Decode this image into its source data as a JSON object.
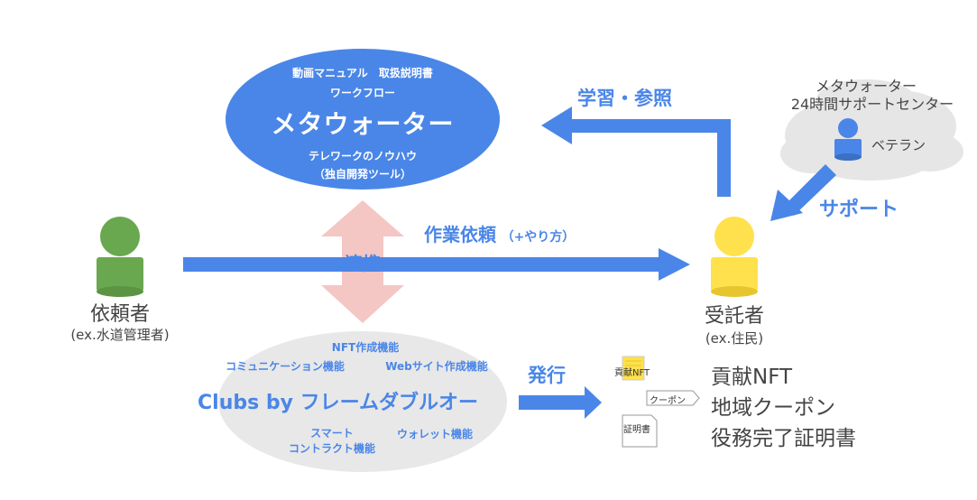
{
  "metawater": {
    "line1": "動画マニュアル　取扱説明書",
    "line2": "ワークフロー",
    "title": "メタウォーター",
    "line3": "テレワークのノウハウ",
    "line4": "（独自開発ツール）"
  },
  "learn_label": "学習・参照",
  "support_center": {
    "line1": "メタウォーター",
    "line2": "24時間サポートセンター",
    "veteran_label": "ベテラン"
  },
  "support_label": "サポート",
  "renkei_label": "連携",
  "request_label": "作業依頼",
  "request_suffix": "（+やり方）",
  "requester": {
    "name": "依頼者",
    "example": "(ex.水道管理者)"
  },
  "contractor": {
    "name": "受託者",
    "example": "(ex.住民)"
  },
  "clubs": {
    "f1": "NFT作成機能",
    "f2": "コミュニケーション機能",
    "f3": "Webサイト作成機能",
    "title": "Clubs  by  フレームダブルオー",
    "f4a": "スマート",
    "f4b": "コントラクト機能",
    "f5": "ウォレット機能"
  },
  "issue_label": "発行",
  "docs": {
    "icon1": "貢献NFT",
    "icon2": "クーポン",
    "icon3": "証明書",
    "item1": "貢献NFT",
    "item2": "地域クーポン",
    "item3": "役務完了証明書"
  },
  "colors": {
    "accent_blue": "#4a86e8",
    "ellipse_blue": "#4a86e8",
    "pink": "#f4c6c4",
    "green": "#6aa84f",
    "yellow": "#ffe14d",
    "cloud_gray": "#e8e8e8"
  }
}
